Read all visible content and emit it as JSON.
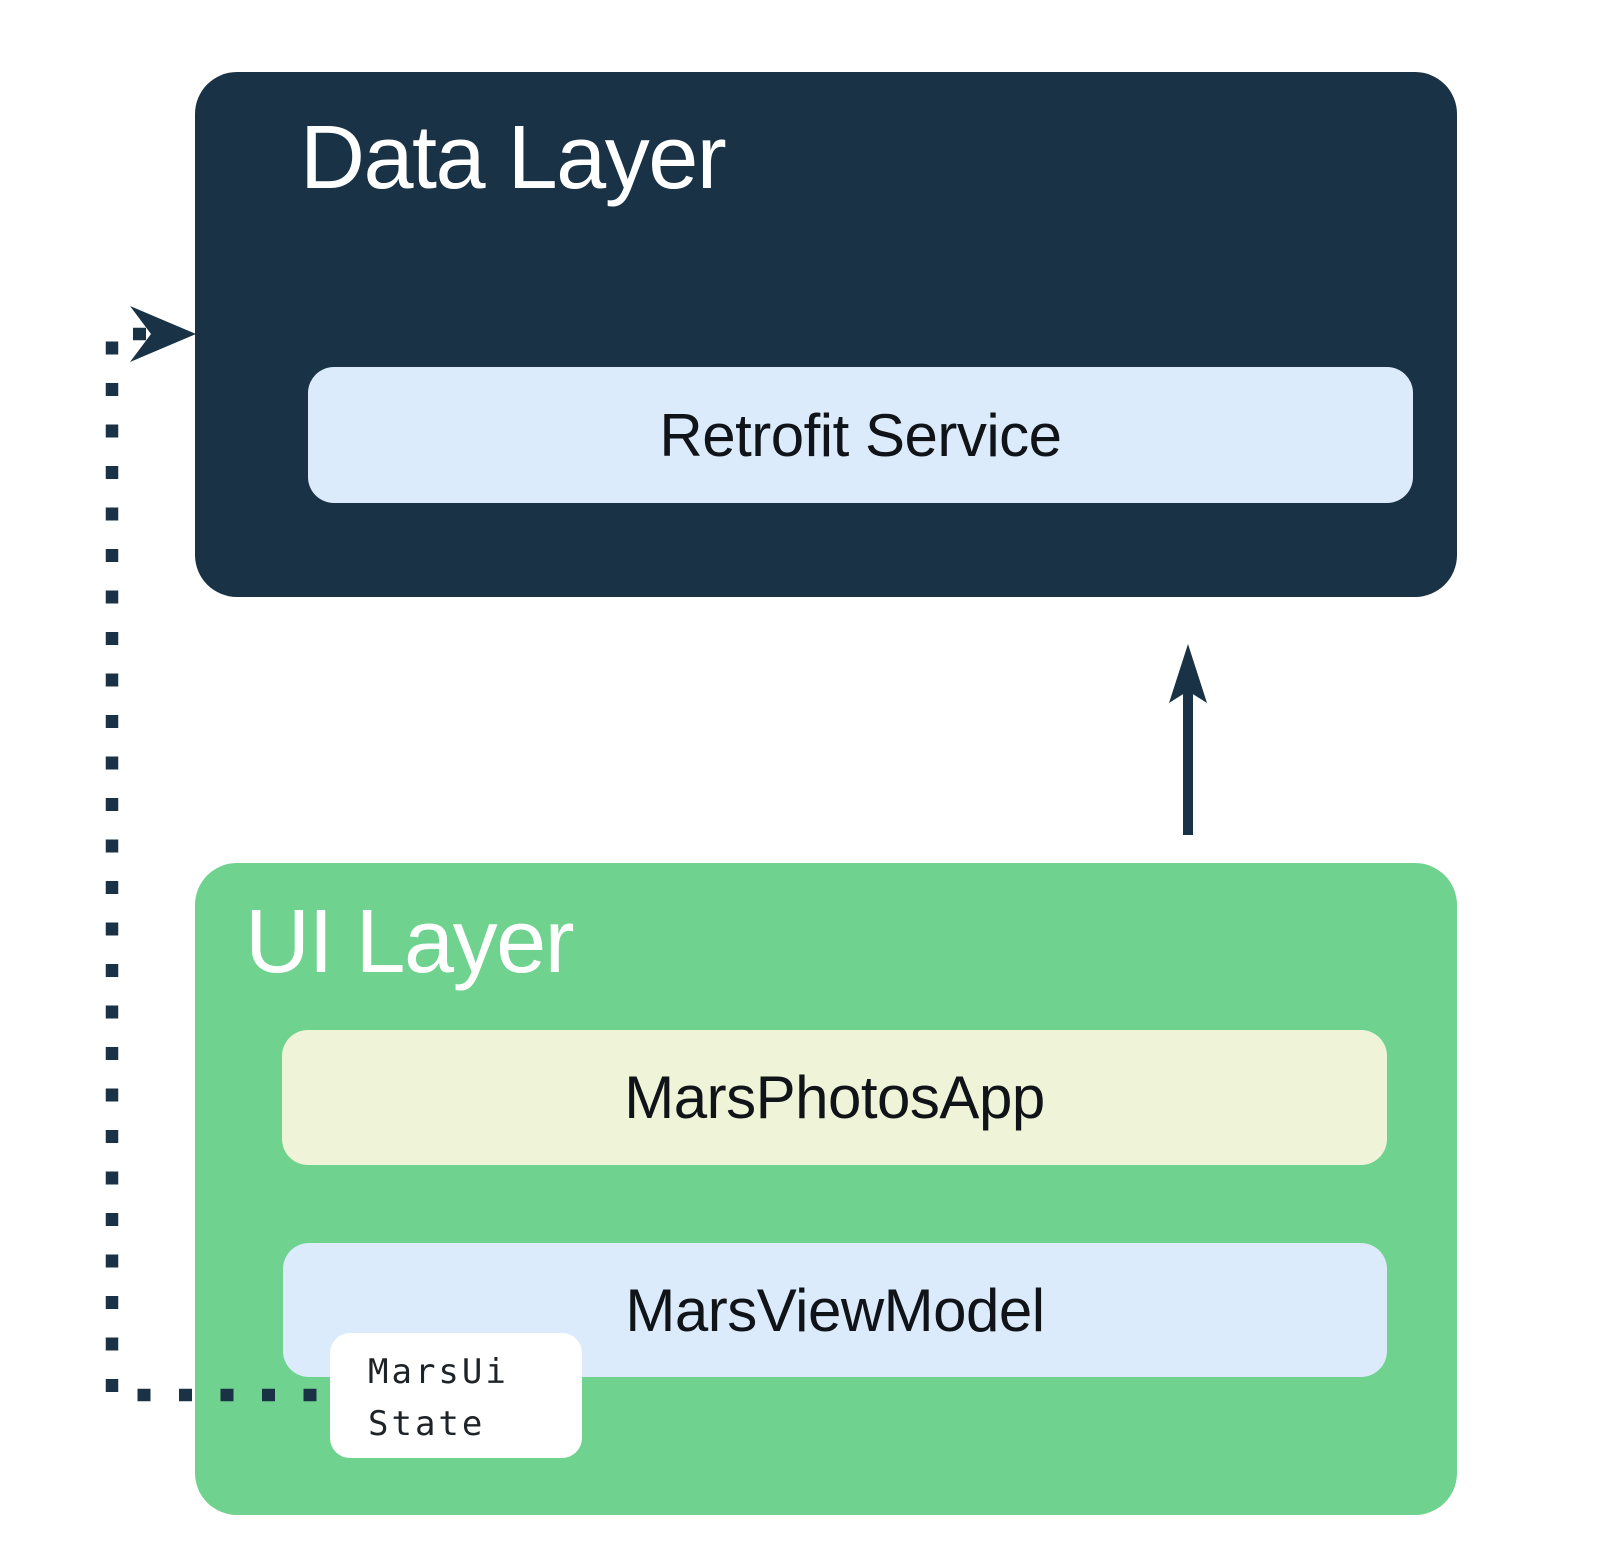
{
  "diagram": {
    "data_layer": {
      "title": "Data Layer",
      "service_label": "Retrofit Service"
    },
    "ui_layer": {
      "title": "UI Layer",
      "app_label": "MarsPhotosApp",
      "viewmodel_label": "MarsViewModel",
      "state_line1": "MarsUi",
      "state_line2": "State"
    },
    "arrows": {
      "solid_up_arrow": "UI layer to Data layer request",
      "dotted_arrow": "MarsUiState to Data layer flow"
    }
  },
  "colors": {
    "dark_navy": "#1A3245",
    "green": "#6FD28E",
    "light_blue": "#DBEBFB",
    "pale_yellow": "#EFF4D8",
    "state_box_white": "#FFFFFF",
    "label_text": "#101418",
    "title_text": "#FFFFFF",
    "arrow": "#1A3245"
  }
}
